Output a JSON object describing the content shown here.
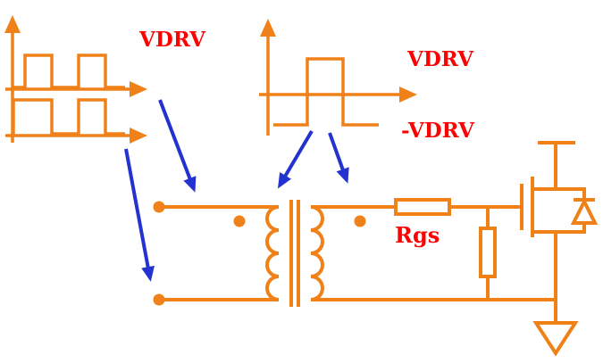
{
  "diagram": {
    "type": "circuit-schematic",
    "description": "Gate drive transformer circuit with drive waveforms, gate resistor, pull-down resistor, N-MOSFET with body diode and ground"
  },
  "labels": {
    "waveform_left": "VDRV",
    "waveform_middle_positive": "VDRV",
    "waveform_middle_negative": "-VDRV",
    "gate_resistor": "Rgs"
  },
  "colors": {
    "orange": "#F08018",
    "red": "#FB0303",
    "blue": "#2433CF",
    "background": "#FFFFFF"
  }
}
